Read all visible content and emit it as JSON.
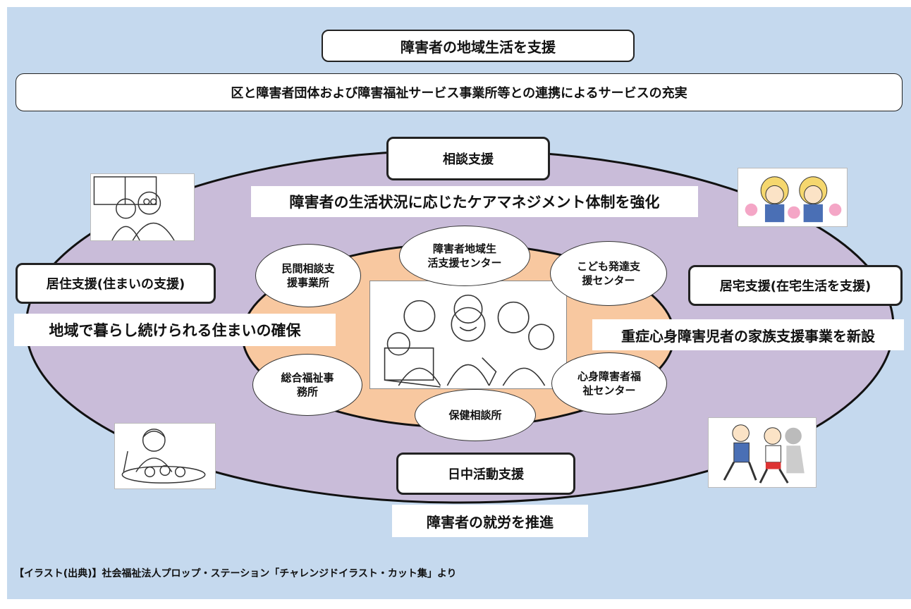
{
  "title": "障害者の地域生活を支援",
  "subtitle": "区と障害者団体および障害福祉サービス事業所等との連携によるサービスの充実",
  "sections": {
    "consultation": {
      "title": "相談支援",
      "description": "障害者の生活状況に応じたケアマネジメント体制を強化"
    },
    "residence": {
      "title": "居住支援(住まいの支援)",
      "description": "地域で暮らし続けられる住まいの確保"
    },
    "home": {
      "title": "居宅支援(在宅生活を支援)",
      "description": "重症心身障害児者の家族支援事業を新設"
    },
    "daytime": {
      "title": "日中活動支援",
      "description": "障害者の就労を推進"
    }
  },
  "centers": {
    "top": "障害者地域生\n活支援センター",
    "top_left": "民間相談支\n援事業所",
    "top_right": "こども発達支\n援センター",
    "bottom_left": "総合福祉事\n務所",
    "bottom": "保健相談所",
    "bottom_right": "心身障害者福\n祉センター"
  },
  "footer": "【イラスト(出典)】社会福祉法人プロップ・ステーション「チャレンジドイラスト・カット集」より",
  "colors": {
    "background": "#c5d9ee",
    "outer_ellipse": "#c9bcd9",
    "inner_ellipse": "#f8c8a0"
  }
}
